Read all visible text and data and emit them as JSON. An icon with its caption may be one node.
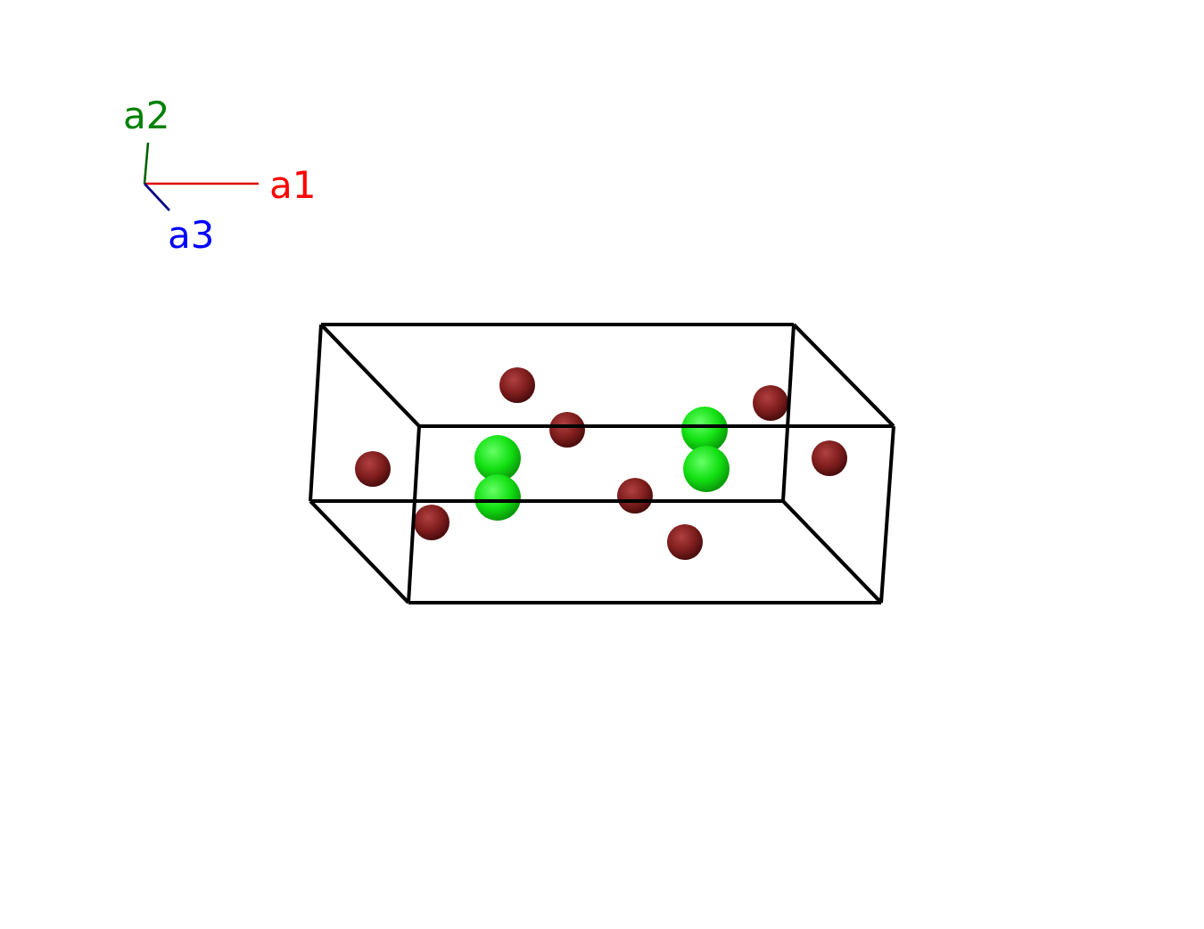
{
  "diagram": {
    "labels": [
      "a2",
      "a1",
      "a3"
    ]
  }
}
